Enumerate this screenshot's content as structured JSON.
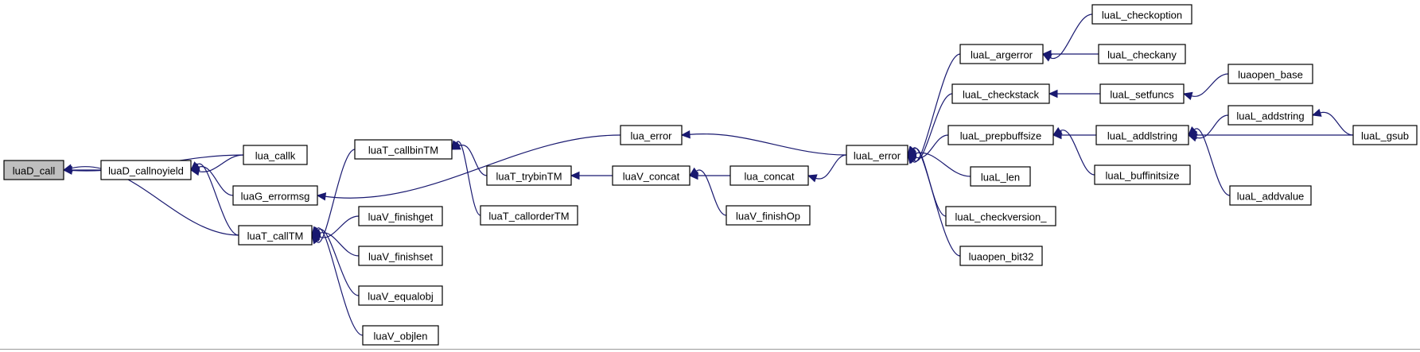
{
  "diagram": {
    "type": "call-graph",
    "root": "luaD_call",
    "colors": {
      "edge": "#191970",
      "root_fill": "#bfbfbf",
      "node_fill": "#ffffff",
      "node_border": "#000000"
    },
    "nodes": [
      {
        "id": "luaD_call",
        "label": "luaD_call",
        "root": true
      },
      {
        "id": "luaD_callnoyield",
        "label": "luaD_callnoyield"
      },
      {
        "id": "lua_callk",
        "label": "lua_callk"
      },
      {
        "id": "luaG_errormsg",
        "label": "luaG_errormsg"
      },
      {
        "id": "luaT_callTM",
        "label": "luaT_callTM"
      },
      {
        "id": "luaT_callbinTM",
        "label": "luaT_callbinTM"
      },
      {
        "id": "luaV_finishget",
        "label": "luaV_finishget"
      },
      {
        "id": "luaV_finishset",
        "label": "luaV_finishset"
      },
      {
        "id": "luaV_equalobj",
        "label": "luaV_equalobj"
      },
      {
        "id": "luaV_objlen",
        "label": "luaV_objlen"
      },
      {
        "id": "luaT_trybinTM",
        "label": "luaT_trybinTM"
      },
      {
        "id": "luaT_callorderTM",
        "label": "luaT_callorderTM"
      },
      {
        "id": "luaV_concat",
        "label": "luaV_concat"
      },
      {
        "id": "lua_concat",
        "label": "lua_concat"
      },
      {
        "id": "luaV_finishOp",
        "label": "luaV_finishOp"
      },
      {
        "id": "lua_error",
        "label": "lua_error"
      },
      {
        "id": "luaL_error",
        "label": "luaL_error"
      },
      {
        "id": "luaL_argerror",
        "label": "luaL_argerror"
      },
      {
        "id": "luaL_checkstack",
        "label": "luaL_checkstack"
      },
      {
        "id": "luaL_prepbuffsize",
        "label": "luaL_prepbuffsize"
      },
      {
        "id": "luaL_len",
        "label": "luaL_len"
      },
      {
        "id": "luaL_checkversion_",
        "label": "luaL_checkversion_"
      },
      {
        "id": "luaopen_bit32",
        "label": "luaopen_bit32"
      },
      {
        "id": "luaL_checkoption",
        "label": "luaL_checkoption"
      },
      {
        "id": "luaL_checkany",
        "label": "luaL_checkany"
      },
      {
        "id": "luaL_setfuncs",
        "label": "luaL_setfuncs"
      },
      {
        "id": "luaL_addlstring",
        "label": "luaL_addlstring"
      },
      {
        "id": "luaL_buffinitsize",
        "label": "luaL_buffinitsize"
      },
      {
        "id": "luaopen_base",
        "label": "luaopen_base"
      },
      {
        "id": "luaL_addstring",
        "label": "luaL_addstring"
      },
      {
        "id": "luaL_addvalue",
        "label": "luaL_addvalue"
      },
      {
        "id": "luaL_gsub",
        "label": "luaL_gsub"
      }
    ],
    "edges": [
      {
        "from": "lua_callk",
        "to": "luaD_call"
      },
      {
        "from": "luaD_callnoyield",
        "to": "luaD_call"
      },
      {
        "from": "luaT_callTM",
        "to": "luaD_call"
      },
      {
        "from": "lua_callk",
        "to": "luaD_callnoyield"
      },
      {
        "from": "luaG_errormsg",
        "to": "luaD_callnoyield"
      },
      {
        "from": "luaT_callTM",
        "to": "luaD_callnoyield"
      },
      {
        "from": "lua_error",
        "to": "luaG_errormsg"
      },
      {
        "from": "luaT_callbinTM",
        "to": "luaT_callTM"
      },
      {
        "from": "luaV_finishget",
        "to": "luaT_callTM"
      },
      {
        "from": "luaV_finishset",
        "to": "luaT_callTM"
      },
      {
        "from": "luaV_equalobj",
        "to": "luaT_callTM"
      },
      {
        "from": "luaV_objlen",
        "to": "luaT_callTM"
      },
      {
        "from": "luaT_trybinTM",
        "to": "luaT_callbinTM"
      },
      {
        "from": "luaT_callorderTM",
        "to": "luaT_callbinTM"
      },
      {
        "from": "luaV_concat",
        "to": "luaT_trybinTM"
      },
      {
        "from": "lua_concat",
        "to": "luaV_concat"
      },
      {
        "from": "luaV_finishOp",
        "to": "luaV_concat"
      },
      {
        "from": "luaL_error",
        "to": "lua_error"
      },
      {
        "from": "luaL_error",
        "to": "lua_concat"
      },
      {
        "from": "luaL_argerror",
        "to": "luaL_error"
      },
      {
        "from": "luaL_checkstack",
        "to": "luaL_error"
      },
      {
        "from": "luaL_prepbuffsize",
        "to": "luaL_error"
      },
      {
        "from": "luaL_len",
        "to": "luaL_error"
      },
      {
        "from": "luaL_checkversion_",
        "to": "luaL_error"
      },
      {
        "from": "luaopen_bit32",
        "to": "luaL_error"
      },
      {
        "from": "luaL_checkoption",
        "to": "luaL_argerror"
      },
      {
        "from": "luaL_checkany",
        "to": "luaL_argerror"
      },
      {
        "from": "luaL_setfuncs",
        "to": "luaL_checkstack"
      },
      {
        "from": "luaL_addlstring",
        "to": "luaL_prepbuffsize"
      },
      {
        "from": "luaL_buffinitsize",
        "to": "luaL_prepbuffsize"
      },
      {
        "from": "luaopen_base",
        "to": "luaL_setfuncs"
      },
      {
        "from": "luaL_addstring",
        "to": "luaL_addlstring"
      },
      {
        "from": "luaL_addvalue",
        "to": "luaL_addlstring"
      },
      {
        "from": "luaL_gsub",
        "to": "luaL_addlstring"
      },
      {
        "from": "luaL_gsub",
        "to": "luaL_addstring"
      }
    ]
  }
}
